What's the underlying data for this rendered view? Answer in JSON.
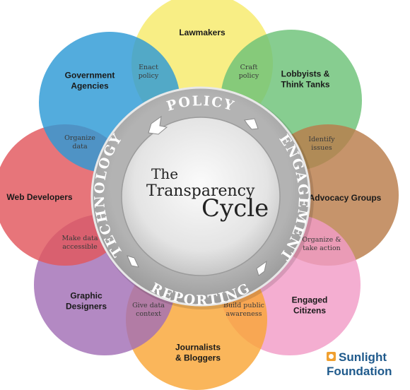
{
  "title": {
    "line1": "The",
    "line2": "Transparency",
    "line3": "Cycle"
  },
  "ring_words": {
    "top": "POLICY",
    "right": "ENGAGEMENT",
    "bottom": "REPORTING",
    "left": "TECHNOLOGY"
  },
  "petals": [
    {
      "id": "lawmakers",
      "lines": [
        "Lawmakers"
      ],
      "color": "#f6ea6a"
    },
    {
      "id": "lobbyists",
      "lines": [
        "Lobbyists &",
        "Think Tanks"
      ],
      "color": "#6cc278"
    },
    {
      "id": "advocacy",
      "lines": [
        "Advocacy Groups"
      ],
      "color": "#b97d4b"
    },
    {
      "id": "citizens",
      "lines": [
        "Engaged",
        "Citizens"
      ],
      "color": "#f19cc7"
    },
    {
      "id": "journalists",
      "lines": [
        "Journalists",
        "& Bloggers"
      ],
      "color": "#f9a637"
    },
    {
      "id": "designers",
      "lines": [
        "Graphic",
        "Designers"
      ],
      "color": "#a26fb6"
    },
    {
      "id": "webdev",
      "lines": [
        "Web Developers"
      ],
      "color": "#e2575d"
    },
    {
      "id": "government",
      "lines": [
        "Government",
        "Agencies"
      ],
      "color": "#2d9ad6"
    }
  ],
  "overlaps": [
    {
      "id": "enact",
      "lines": [
        "Enact",
        "policy"
      ]
    },
    {
      "id": "craft",
      "lines": [
        "Craft",
        "policy"
      ]
    },
    {
      "id": "identify",
      "lines": [
        "Identify",
        "issues"
      ]
    },
    {
      "id": "organize-action",
      "lines": [
        "Organize &",
        "take action"
      ]
    },
    {
      "id": "build",
      "lines": [
        "Build public",
        "awareness"
      ]
    },
    {
      "id": "context",
      "lines": [
        "Give data",
        "context"
      ]
    },
    {
      "id": "accessible",
      "lines": [
        "Make data",
        "accessible"
      ]
    },
    {
      "id": "organize-data",
      "lines": [
        "Organize",
        "data"
      ]
    }
  ],
  "logo": {
    "line1": "Sunlight",
    "line2": "Foundation",
    "accent": "#f0a030"
  }
}
